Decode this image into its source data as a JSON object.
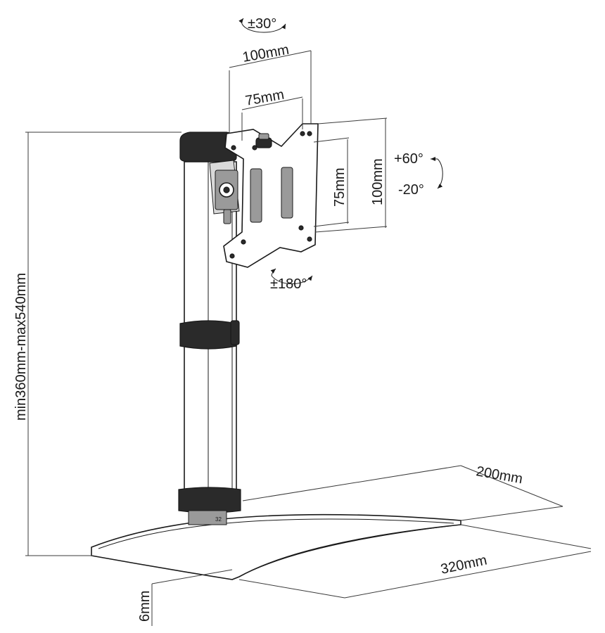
{
  "dimensions": {
    "tilt_top": "±30°",
    "vesa_width_large": "100mm",
    "vesa_width_small": "75mm",
    "vesa_height_small": "75mm",
    "vesa_height_large": "100mm",
    "tilt_up": "+60°",
    "tilt_down": "-20°",
    "rotation": "±180°",
    "height_range": "min360mm-max540mm",
    "base_depth": "200mm",
    "base_width": "320mm",
    "base_thickness": "6mm",
    "clamp_marking": "32"
  },
  "colors": {
    "line": "#1a1a1a",
    "dark_fill": "#2a2a2a",
    "background": "#ffffff"
  }
}
